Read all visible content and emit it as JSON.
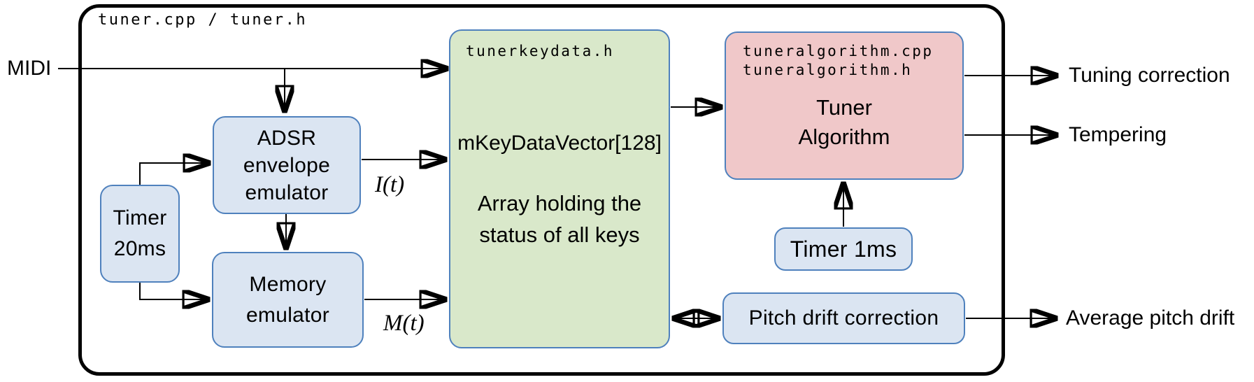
{
  "colors": {
    "frame_border": "#000000",
    "box_border": "#4f81bd",
    "box_blue_fill": "#dbe5f2",
    "box_green_fill": "#d9e8ca",
    "box_pink_fill": "#f0c8c9",
    "connector": "#000000",
    "background": "#ffffff"
  },
  "frame": {
    "label": "tuner.cpp / tuner.h"
  },
  "inputs": {
    "midi": "MIDI"
  },
  "outputs": {
    "tuning_correction": "Tuning correction",
    "tempering": "Tempering",
    "average_pitch_drift": "Average pitch drift"
  },
  "boxes": {
    "timer20": {
      "label": "Timer\n20ms"
    },
    "adsr": {
      "label": "ADSR\nenvelope\nemulator"
    },
    "memory": {
      "label": "Memory\nemulator"
    },
    "keydata": {
      "file": "tunerkeydata.h",
      "variable": "mKeyDataVector[128]",
      "description": "Array holding the\nstatus of all keys"
    },
    "algorithm": {
      "files": "tuneralgorithm.cpp\ntuneralgorithm.h",
      "title": "Tuner\nAlgorithm"
    },
    "timer1": {
      "label": "Timer 1ms"
    },
    "pitch_drift": {
      "label": "Pitch drift correction"
    }
  },
  "signals": {
    "adsr_output": "I(t)",
    "memory_output": "M(t)"
  }
}
